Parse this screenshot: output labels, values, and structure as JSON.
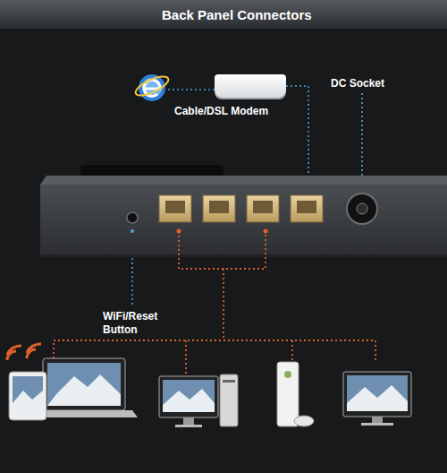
{
  "diagram": {
    "title": "Back Panel Connectors",
    "nodes": [
      {
        "text": [
          "Cable/DSL Modem"
        ]
      }
    ],
    "labels": [
      "DC Socket",
      "WiFi/Reset Button"
    ]
  }
}
